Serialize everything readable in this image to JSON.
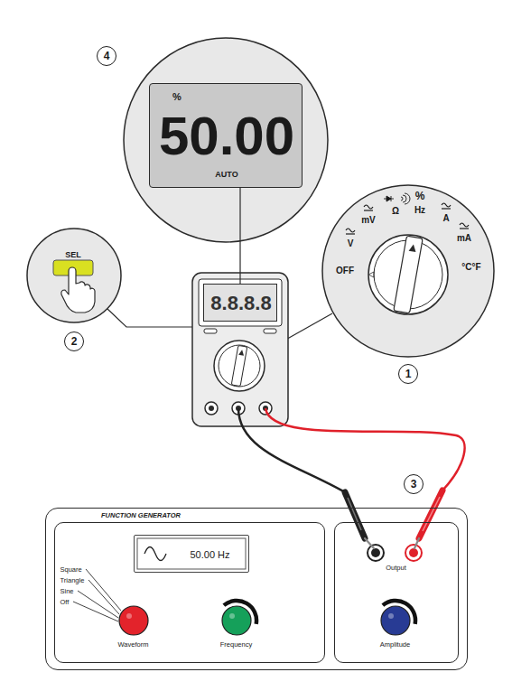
{
  "diagram": {
    "nodes": [
      {
        "text": [
          "%",
          "50.00",
          "AUTO"
        ]
      },
      {
        "text": [
          "SEL"
        ]
      },
      {
        "text": [
          "OFF",
          "V",
          "mV",
          "Ω",
          "%",
          "Hz",
          "A",
          "mA",
          "°C°F"
        ]
      },
      {
        "text": [
          "8.8.8.8"
        ]
      },
      {
        "text": [
          "FUNCTION GENERATOR"
        ]
      },
      {
        "text": [
          "Square",
          "Triangle",
          "Sine",
          "Off"
        ],
        "in": 4
      },
      {
        "text": [
          "50.00 Hz"
        ],
        "in": 5
      },
      {
        "text": [
          "Waveform"
        ],
        "in": 5
      },
      {
        "text": [
          "Frequency"
        ],
        "in": 5
      },
      {
        "text": [
          "Output"
        ],
        "in": 4
      },
      {
        "text": [
          "Amplitude"
        ],
        "in": 9
      }
    ],
    "edges": [
      {
        "from": 0,
        "to": 3,
        "arrow": "none"
      }
    ],
    "labels": [
      "4",
      "2",
      "1",
      "3"
    ]
  }
}
